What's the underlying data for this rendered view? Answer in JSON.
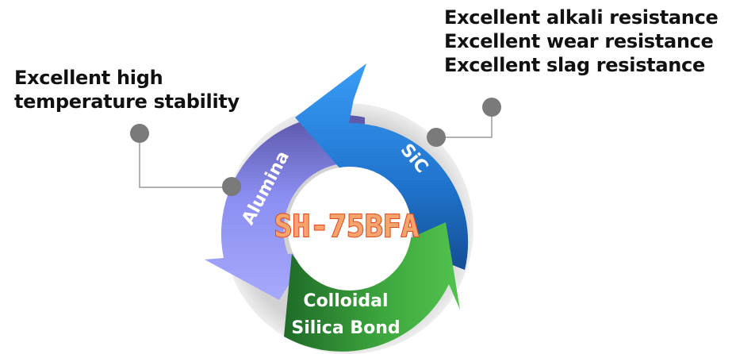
{
  "callouts": {
    "left": [
      "Excellent high",
      "temperature stability"
    ],
    "right": [
      "Excellent alkali resistance",
      "Excellent wear resistance",
      "Excellent slag resistance"
    ]
  },
  "cycle": {
    "center": "SH-75BFA",
    "segments": {
      "alumina": "Alumina",
      "sic": "SiC",
      "bond_line1": "Colloidal",
      "bond_line2": "Silica Bond"
    }
  },
  "colors": {
    "alumina": "#8b8df5",
    "sic": "#2f8ff0",
    "bond": "#3fae3f",
    "center_text": "#f4a46c",
    "dot": "#7a7a7a"
  }
}
